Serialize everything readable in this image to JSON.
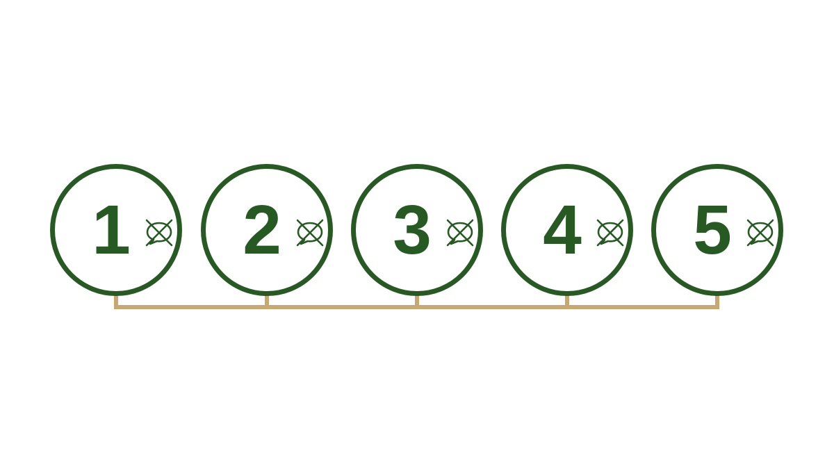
{
  "diagram": {
    "colors": {
      "circle_stroke": "#275923",
      "number_text": "#275923",
      "icon_stroke": "#275923",
      "connector": "#c7a870",
      "background": "#ffffff"
    },
    "steps": [
      {
        "label": "1",
        "icon": "crossed-out-speech-bubble-icon"
      },
      {
        "label": "2",
        "icon": "crossed-out-speech-bubble-icon"
      },
      {
        "label": "3",
        "icon": "crossed-out-speech-bubble-icon"
      },
      {
        "label": "4",
        "icon": "crossed-out-speech-bubble-icon"
      },
      {
        "label": "5",
        "icon": "crossed-out-speech-bubble-icon"
      }
    ]
  }
}
